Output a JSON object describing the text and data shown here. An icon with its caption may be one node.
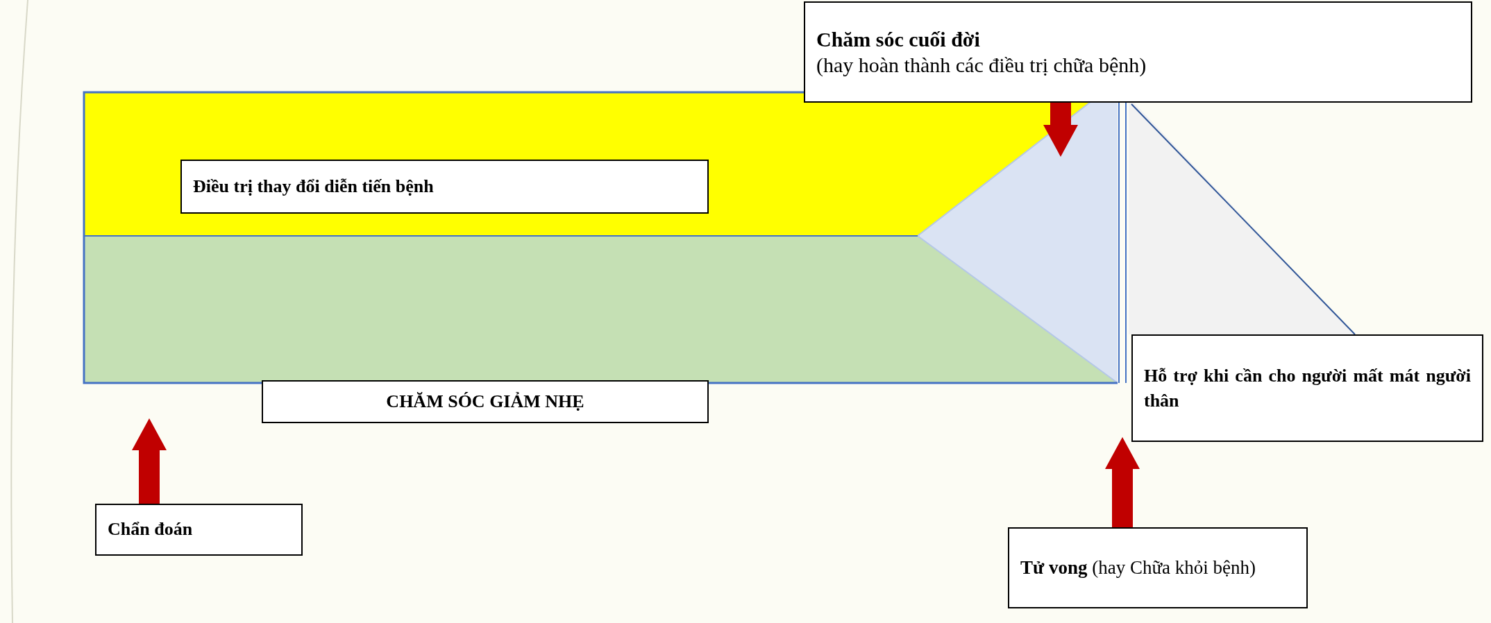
{
  "diagram": {
    "nodes": [
      {
        "text": [
          "Chăm sóc cuối đời",
          "(hay hoàn thành các điều trị chữa bệnh)"
        ]
      },
      {
        "text": [
          "Điều trị thay đổi diễn tiến bệnh"
        ]
      },
      {
        "text": [
          "CHĂM SÓC GIẢM NHẸ"
        ]
      },
      {
        "text": [
          "Hỗ trợ khi cần cho người mất mát người thân"
        ]
      },
      {
        "text": [
          "Chẩn đoán"
        ]
      },
      {
        "text": [
          "**Tử vong** (hay Chữa khỏi bệnh)"
        ]
      }
    ],
    "edges": [
      {
        "from": 0,
        "to": null,
        "arrow": "to",
        "style": "thick"
      },
      {
        "from": 4,
        "to": null,
        "arrow": "to",
        "style": "thick"
      },
      {
        "from": 5,
        "to": null,
        "arrow": "to",
        "style": "thick"
      }
    ]
  }
}
